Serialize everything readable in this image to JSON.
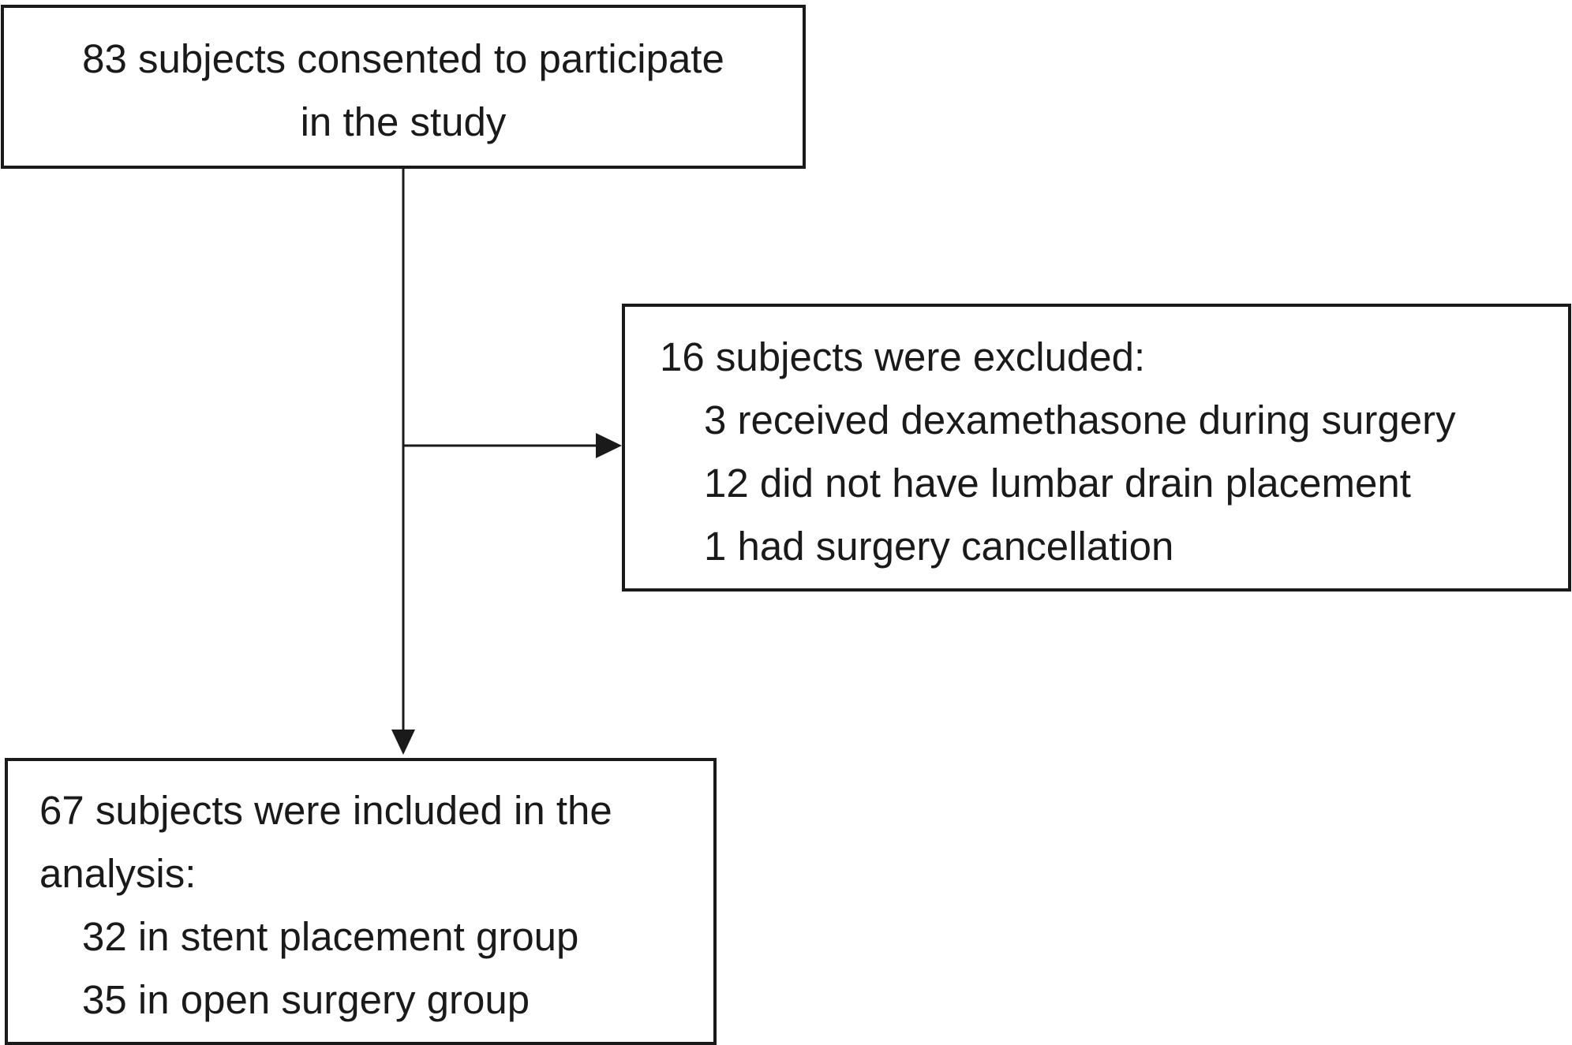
{
  "consent": {
    "lines": [
      "83 subjects consented to participate",
      "in the study"
    ]
  },
  "excluded": {
    "heading": "16 subjects were excluded:",
    "items": [
      "3 received dexamethasone during surgery",
      "12 did not have lumbar drain placement",
      "1 had surgery cancellation"
    ]
  },
  "included": {
    "heading_lines": [
      "67 subjects were included in the",
      "analysis:"
    ],
    "items": [
      "32 in stent placement group",
      "35 in open surgery group"
    ]
  }
}
